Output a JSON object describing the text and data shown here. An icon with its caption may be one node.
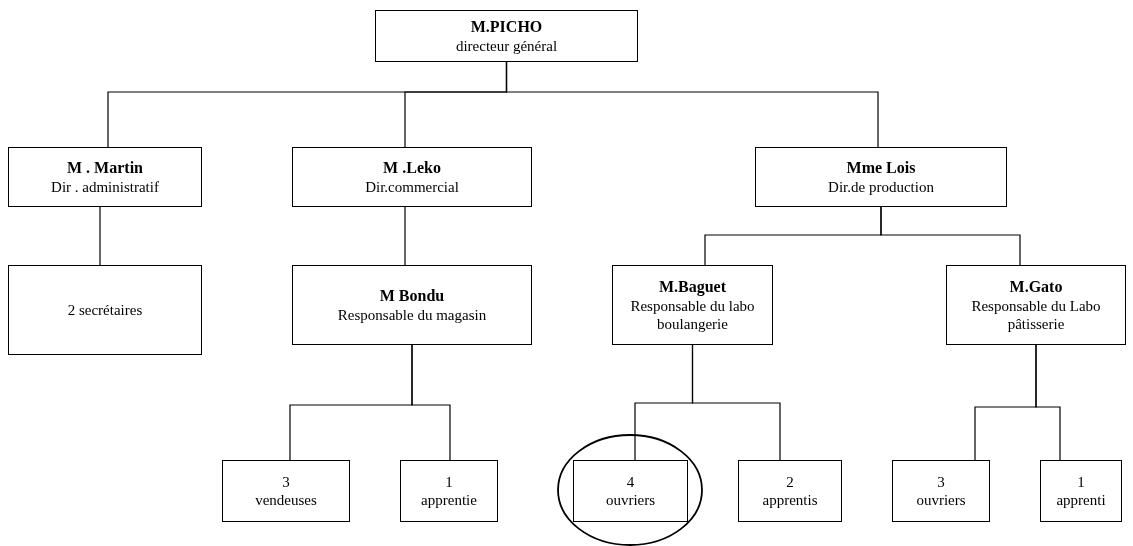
{
  "diagram": {
    "nodes": [
      {
        "text": [
          "M.PICHO",
          "directeur général"
        ]
      },
      {
        "text": [
          "M . Martin",
          "Dir . administratif"
        ]
      },
      {
        "text": [
          "M .Leko",
          "Dir.commercial"
        ]
      },
      {
        "text": [
          "Mme Lois",
          "Dir.de production"
        ]
      },
      {
        "text": [
          "2 secrétaires"
        ]
      },
      {
        "text": [
          "M Bondu",
          "Responsable du magasin"
        ]
      },
      {
        "text": [
          "M.Baguet",
          "Responsable du labo boulangerie"
        ]
      },
      {
        "text": [
          "M.Gato",
          "Responsable du Labo pâtisserie"
        ]
      },
      {
        "text": [
          "3",
          "vendeuses"
        ]
      },
      {
        "text": [
          "1",
          "apprentie"
        ]
      },
      {
        "text": [
          "4",
          "ouvriers"
        ]
      },
      {
        "text": [
          "2",
          "apprentis"
        ]
      },
      {
        "text": [
          "3",
          "ouvriers"
        ]
      },
      {
        "text": [
          "1",
          "apprenti"
        ]
      }
    ],
    "edges": [
      {
        "from": 0,
        "to": 1,
        "arrow": "none"
      },
      {
        "from": 0,
        "to": 2,
        "arrow": "none"
      },
      {
        "from": 0,
        "to": 3,
        "arrow": "none"
      },
      {
        "from": 1,
        "to": 4,
        "arrow": "none"
      },
      {
        "from": 2,
        "to": 5,
        "arrow": "none"
      },
      {
        "from": 3,
        "to": 6,
        "arrow": "none"
      },
      {
        "from": 3,
        "to": 7,
        "arrow": "none"
      },
      {
        "from": 5,
        "to": 8,
        "arrow": "none"
      },
      {
        "from": 5,
        "to": 9,
        "arrow": "none"
      },
      {
        "from": 6,
        "to": 10,
        "arrow": "none"
      },
      {
        "from": 6,
        "to": 11,
        "arrow": "none"
      },
      {
        "from": 7,
        "to": 12,
        "arrow": "none"
      },
      {
        "from": 7,
        "to": 13,
        "arrow": "none"
      }
    ]
  }
}
